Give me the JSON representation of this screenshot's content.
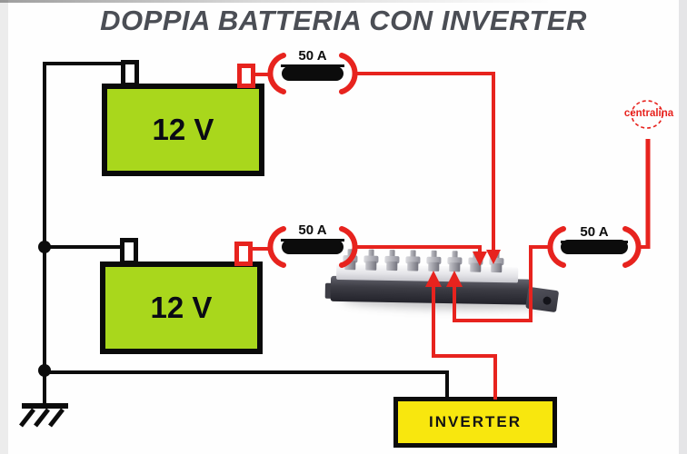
{
  "title": "DOPPIA BATTERIA CON INVERTER",
  "batteries": [
    {
      "label": "12 V"
    },
    {
      "label": "12 V"
    }
  ],
  "fuses": [
    {
      "label": "50 A"
    },
    {
      "label": "50 A"
    },
    {
      "label": "50 A"
    }
  ],
  "centralina": {
    "label": "centralina"
  },
  "inverter": {
    "label": "INVERTER"
  },
  "busbar": {
    "terminal_count": 8
  },
  "colors": {
    "wire_black": "#0c0c0c",
    "wire_red": "#e7231e",
    "battery_green": "#a9d71c",
    "inverter_yellow": "#f8e70e",
    "title_gray": "#4b4e55"
  }
}
